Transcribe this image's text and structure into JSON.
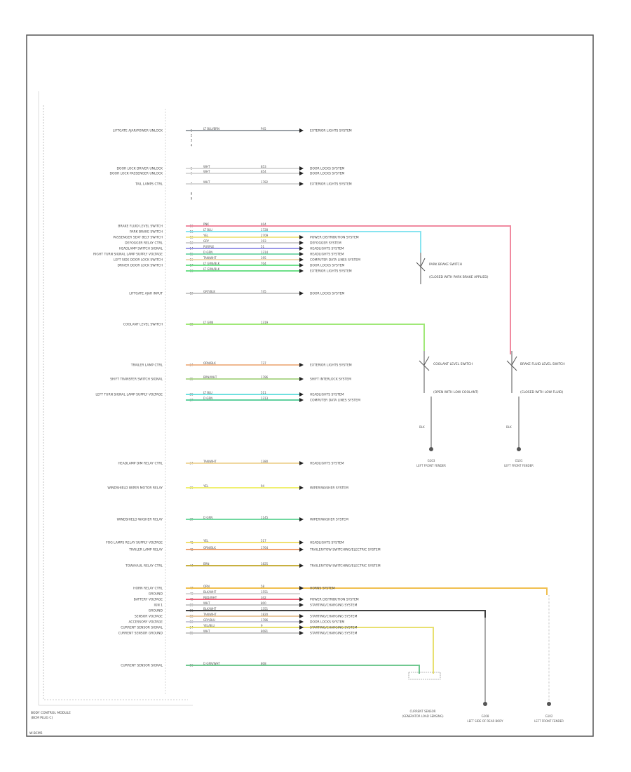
{
  "module": {
    "name": "BODY CONTROL MODULE",
    "sub": "(BCM PLUG C)",
    "footer": "W-BCM5"
  },
  "circuits": [
    {
      "pin": "1",
      "label": "LIFTGATE AJAR/POWER UNLOCK",
      "color_code": "LT BLU/BRN",
      "circuit": "P45",
      "system": "EXTERIOR LIGHTS SYSTEM",
      "color": "#9aa0a6",
      "arrow": true
    },
    {
      "pin": "2",
      "label": "",
      "color_code": "",
      "circuit": "",
      "system": "",
      "color": "",
      "arrow": false
    },
    {
      "pin": "3",
      "label": "",
      "color_code": "",
      "circuit": "",
      "system": "",
      "color": "",
      "arrow": false
    },
    {
      "pin": "4",
      "label": "",
      "color_code": "",
      "circuit": "",
      "system": "",
      "color": "",
      "arrow": false
    },
    {
      "pin": "5",
      "label": "DOOR LOCK DRIVER UNLOCK",
      "color_code": "WHT",
      "circuit": "853",
      "system": "DOOR LOCKS SYSTEM",
      "color": "#d8d8d8",
      "arrow": true
    },
    {
      "pin": "6",
      "label": "DOOR LOCK PASSENGER UNLOCK",
      "color_code": "WHT",
      "circuit": "854",
      "system": "DOOR LOCKS SYSTEM",
      "color": "#d8d8d8",
      "arrow": true
    },
    {
      "pin": "7",
      "label": "TAIL LAMPS CTRL",
      "color_code": "WHT",
      "circuit": "1782",
      "system": "EXTERIOR LIGHTS SYSTEM",
      "color": "#d8d8d8",
      "arrow": true
    },
    {
      "pin": "8",
      "label": "",
      "color_code": "",
      "circuit": "",
      "system": "",
      "color": "",
      "arrow": false
    },
    {
      "pin": "9",
      "label": "",
      "color_code": "",
      "circuit": "",
      "system": "",
      "color": "",
      "arrow": false
    },
    {
      "pin": "10",
      "label": "BRAKE FLUID LEVEL SWITCH",
      "color_code": "PNK",
      "circuit": "404",
      "system": "",
      "color": "#f08aa0",
      "arrow": false
    },
    {
      "pin": "11",
      "label": "PARK BRAKE SWITCH",
      "color_code": "LT BLU",
      "circuit": "1728",
      "system": "",
      "color": "#88e4f0",
      "arrow": false
    },
    {
      "pin": "12",
      "label": "PASSENGER SEAT BELT SWITCH",
      "color_code": "YEL",
      "circuit": "2709",
      "system": "POWER DISTRIBUTION SYSTEM",
      "color": "#f0e68c",
      "arrow": true
    },
    {
      "pin": "13",
      "label": "DEFOGGER RELAY CTRL",
      "color_code": "GRY",
      "circuit": "193",
      "system": "DEFOGGER SYSTEM",
      "color": "#d0d0d0",
      "arrow": true
    },
    {
      "pin": "14",
      "label": "HEADLAMP SWITCH SIGNAL",
      "color_code": "PURPLE",
      "circuit": "51",
      "system": "HEADLIGHTS SYSTEM",
      "color": "#9a98e8",
      "arrow": true
    },
    {
      "pin": "15",
      "label": "RIGHT TURN SIGNAL LAMP SUPPLY VOLTAGE",
      "color_code": "D GRN",
      "circuit": "1314",
      "system": "HEADLIGHTS SYSTEM",
      "color": "#7ed8b0",
      "arrow": true
    },
    {
      "pin": "16",
      "label": "LEFT SIDE DOOR LOCK SWITCH",
      "color_code": "TAN/WHT",
      "circuit": "195",
      "system": "COMPUTER DATA LINES SYSTEM",
      "color": "#f0d8b0",
      "arrow": true
    },
    {
      "pin": "17",
      "label": "DRIVER DOOR LOCK SWITCH",
      "color_code": "LT GRN/BLK",
      "circuit": "704",
      "system": "DOOR LOCKS SYSTEM",
      "color": "#6ee08a",
      "arrow": true
    },
    {
      "pin": "18",
      "label": "",
      "color_code": "LT GRN/BLK",
      "circuit": "",
      "system": "EXTERIOR LIGHTS SYSTEM",
      "color": "#6ee08a",
      "arrow": true
    },
    {
      "pin": "19",
      "label": "LIFTGATE AJAR INPUT",
      "color_code": "GRY/BLK",
      "circuit": "745",
      "system": "DOOR LOCKS SYSTEM",
      "color": "#c8c8c8",
      "arrow": true
    },
    {
      "pin": "22",
      "label": "COOLANT LEVEL SWITCH",
      "color_code": "LT GRN",
      "circuit": "1319",
      "system": "",
      "color": "#a0e878",
      "arrow": false
    },
    {
      "pin": "24",
      "label": "TRAILER LAMP CTRL",
      "color_code": "ORN/BLK",
      "circuit": "737",
      "system": "EXTERIOR LIGHTS SYSTEM",
      "color": "#f0b890",
      "arrow": true
    },
    {
      "pin": "25",
      "label": "SHIFT TRANSFER SWITCH SIGNAL",
      "color_code": "BRN/WHT",
      "circuit": "1786",
      "system": "SHIFT INTERLOCK SYSTEM",
      "color": "#b0d890",
      "arrow": true
    },
    {
      "pin": "26",
      "label": "LEFT TURN SIGNAL LAMP SUPPLY VOLTAGE",
      "color_code": "LT BLU",
      "circuit": "511",
      "system": "HEADLIGHTS SYSTEM",
      "color": "#70e0e0",
      "arrow": true
    },
    {
      "pin": "27",
      "label": "",
      "color_code": "D GRN",
      "circuit": "1313",
      "system": "COMPUTER DATA LINES SYSTEM",
      "color": "#60d0a0",
      "arrow": true
    },
    {
      "pin": "34",
      "label": "HEADLAMP DIM RELAY CTRL",
      "color_code": "TAN/WHT",
      "circuit": "1380",
      "system": "HEADLIGHTS SYSTEM",
      "color": "#f0d8a0",
      "arrow": true
    },
    {
      "pin": "36",
      "label": "WINDSHIELD WIPER MOTOR RELAY",
      "color_code": "YEL",
      "circuit": "94",
      "system": "WIPER/WASHER SYSTEM",
      "color": "#f0f070",
      "arrow": true
    },
    {
      "pin": "39",
      "label": "WINDSHIELD WASHER RELAY",
      "color_code": "D GRN",
      "circuit": "1145",
      "system": "WIPER/WASHER SYSTEM",
      "color": "#70d8a0",
      "arrow": true
    },
    {
      "pin": "41",
      "label": "FOG LAMPS RELAY SUPPLY VOLTAGE",
      "color_code": "YEL",
      "circuit": "517",
      "system": "HEADLIGHTS SYSTEM",
      "color": "#f0e070",
      "arrow": true
    },
    {
      "pin": "42",
      "label": "TRAILER LAMP RELAY",
      "color_code": "ORN/BLK",
      "circuit": "1764",
      "system": "TRAILER/TOW SWITCHING/ELECTRIC SYSTEM",
      "color": "#f0a070",
      "arrow": true
    },
    {
      "pin": "44",
      "label": "TOW/HAUL RELAY CTRL",
      "color_code": "BRN",
      "circuit": "1825",
      "system": "TRAILER/TOW SWITCHING/ELECTRIC SYSTEM",
      "color": "#c8b040",
      "arrow": true
    },
    {
      "pin": "47",
      "label": "HORN RELAY CTRL",
      "color_code": "ORN",
      "circuit": "58",
      "system": "HORNS SYSTEM",
      "color": "#f0c050",
      "arrow": true
    },
    {
      "pin": "48",
      "label": "GROUND",
      "color_code": "BLK/WHT",
      "circuit": "1551",
      "system": "",
      "color": "#d8d8d8",
      "arrow": false
    },
    {
      "pin": "49",
      "label": "BATTERY VOLTAGE",
      "color_code": "RED/WHT",
      "circuit": "342",
      "system": "POWER DISTRIBUTION SYSTEM",
      "color": "#f06078",
      "arrow": true
    },
    {
      "pin": "50",
      "label": "IGN 1",
      "color_code": "WHT",
      "circuit": "800",
      "system": "STARTING/CHARGING SYSTEM",
      "color": "#c8c8c8",
      "arrow": true
    },
    {
      "pin": "51",
      "label": "GROUND",
      "color_code": "BLK/WHT",
      "circuit": "1351",
      "system": "",
      "color": "#404040",
      "arrow": false
    },
    {
      "pin": "52",
      "label": "SENSOR VOLTAGE",
      "color_code": "TAN/WHT",
      "circuit": "1820",
      "system": "STARTING/CHARGING SYSTEM",
      "color": "#e8c8a0",
      "arrow": true
    },
    {
      "pin": "53",
      "label": "ACCESSORY VOLTAGE",
      "color_code": "GRY/BLU",
      "circuit": "1786",
      "system": "DOOR LOCKS SYSTEM",
      "color": "#c8c8d8",
      "arrow": true
    },
    {
      "pin": "54",
      "label": "CURRENT SENSOR SIGNAL",
      "color_code": "YEL/BLU",
      "circuit": "9",
      "system": "STARTING/CHARGING SYSTEM",
      "color": "#e8e070",
      "arrow": true
    },
    {
      "pin": "55",
      "label": "CURRENT SENSOR GROUND",
      "color_code": "WHT",
      "circuit": "8081",
      "system": "STARTING/CHARGING SYSTEM",
      "color": "#c8c8c8",
      "arrow": true
    },
    {
      "pin": "56",
      "label": "CURRENT SENSOR SIGNAL",
      "color_code": "D GRN/WHT",
      "circuit": "808",
      "system": "",
      "color": "#70c890",
      "arrow": false
    }
  ],
  "components": {
    "park_brake": {
      "name": "PARK BRAKE SWITCH",
      "note": "(CLOSED WITH PARK BRAKE APPLIED)"
    },
    "coolant": {
      "name": "COOLANT LEVEL SWITCH",
      "note": "(OPEN WITH LOW COOLANT)",
      "wire": "BLK"
    },
    "brake_fluid": {
      "name": "BRAKE FLUID LEVEL SWITCH",
      "note": "(CLOSED WITH LOW FLUID)",
      "wire": "BLK"
    },
    "ground_1": {
      "name": "G103",
      "label": "LEFT FRONT FENDER"
    },
    "ground_2": {
      "name": "G101",
      "label": "LEFT FRONT FENDER"
    },
    "ground_3": {
      "name": "G108",
      "label": "LEFT SIDE OF REAR BODY"
    },
    "ground_4": {
      "name": "G102",
      "label": "LEFT FRONT FENDER"
    },
    "current_sensor": {
      "name": "CURRENT SENSOR",
      "note": "(GENERATOR LOAD SENSING)"
    }
  }
}
